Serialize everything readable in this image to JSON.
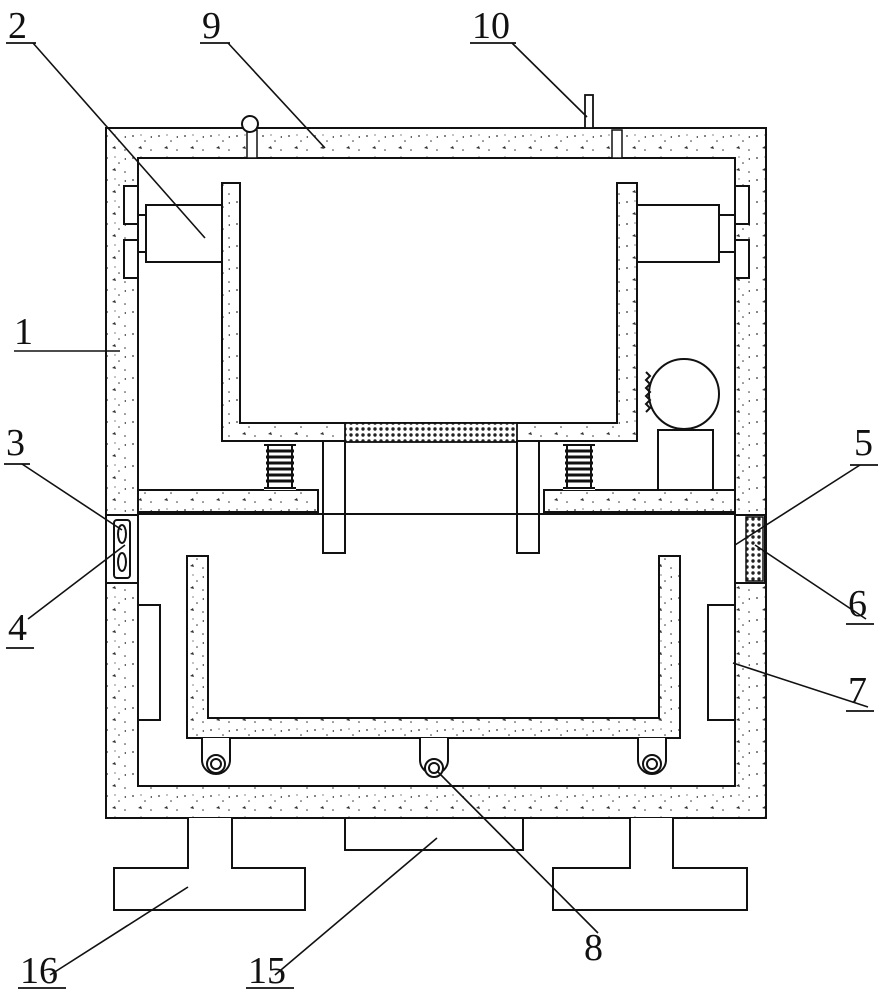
{
  "diagram": {
    "labels": {
      "l1": "1",
      "l2": "2",
      "l3": "3",
      "l4": "4",
      "l5": "5",
      "l6": "6",
      "l7": "7",
      "l8": "8",
      "l9": "9",
      "l10": "10",
      "l15": "15",
      "l16": "16"
    }
  }
}
